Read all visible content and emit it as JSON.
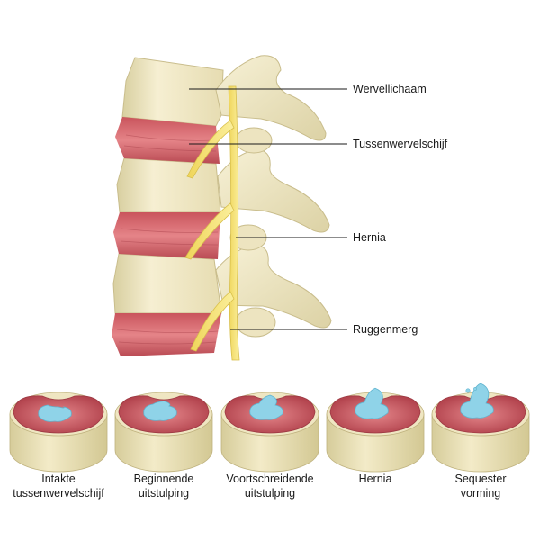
{
  "callouts": {
    "vertebral_body": "Wervellichaam",
    "disc": "Tussenwervelschijf",
    "hernia": "Hernia",
    "spinal_cord": "Ruggenmerg"
  },
  "stages": [
    {
      "line1": "Intakte",
      "line2": "tussenwervelschijf",
      "bulge": 0.0
    },
    {
      "line1": "Beginnende",
      "line2": "uitstulping",
      "bulge": 0.25
    },
    {
      "line1": "Voortschreidende",
      "line2": "uitstulping",
      "bulge": 0.5
    },
    {
      "line1": "Hernia",
      "line2": "",
      "bulge": 0.8
    },
    {
      "line1": "Sequester",
      "line2": "vorming",
      "bulge": 1.0
    }
  ],
  "colors": {
    "bone": "#f4eccb",
    "bone_shadow": "#d9cfa2",
    "disc": "#d9676c",
    "disc_dark": "#b84a52",
    "nucleus": "#8fd3e8",
    "nerve": "#f4e27a",
    "line": "#1a1a1a"
  }
}
